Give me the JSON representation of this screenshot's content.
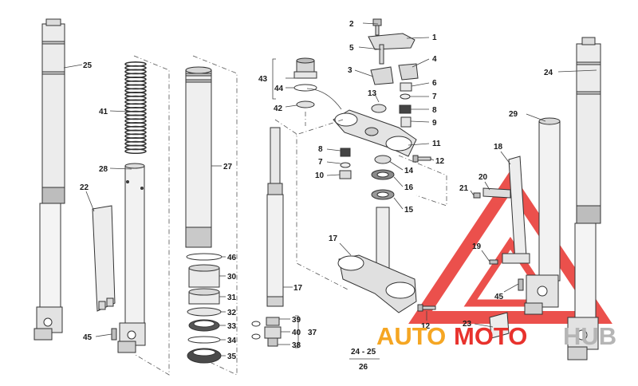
{
  "labels": {
    "l1": "1",
    "l2": "2",
    "l3": "3",
    "l4": "4",
    "l5": "5",
    "l6": "6",
    "l7": "7",
    "l8": "8",
    "l9": "9",
    "l10": "10",
    "l11": "11",
    "l12": "12",
    "l13": "13",
    "l14": "14",
    "l15": "15",
    "l16": "16",
    "l17": "17",
    "l18": "18",
    "l19": "19",
    "l20": "20",
    "l21": "21",
    "l22": "22",
    "l23": "23",
    "l24": "24",
    "l25": "25",
    "l26": "26",
    "l27": "27",
    "l28": "28",
    "l29": "29",
    "l30": "30",
    "l31": "31",
    "l32": "32",
    "l33": "33",
    "l34": "34",
    "l35": "35",
    "l36": "38",
    "l37": "37",
    "l38": "39",
    "l39": "40",
    "l40": "41",
    "l41": "42",
    "l42": "43",
    "l43": "44",
    "l44": "45",
    "l45": "46",
    "l46": "24 - 25"
  },
  "watermark": {
    "part1": "AUTO",
    "part2": "MOTO",
    "part3": "HUB"
  },
  "colors": {
    "watermark_red": "#e8322d",
    "watermark_orange": "#f5a623",
    "watermark_grey": "#b5b5b5"
  }
}
